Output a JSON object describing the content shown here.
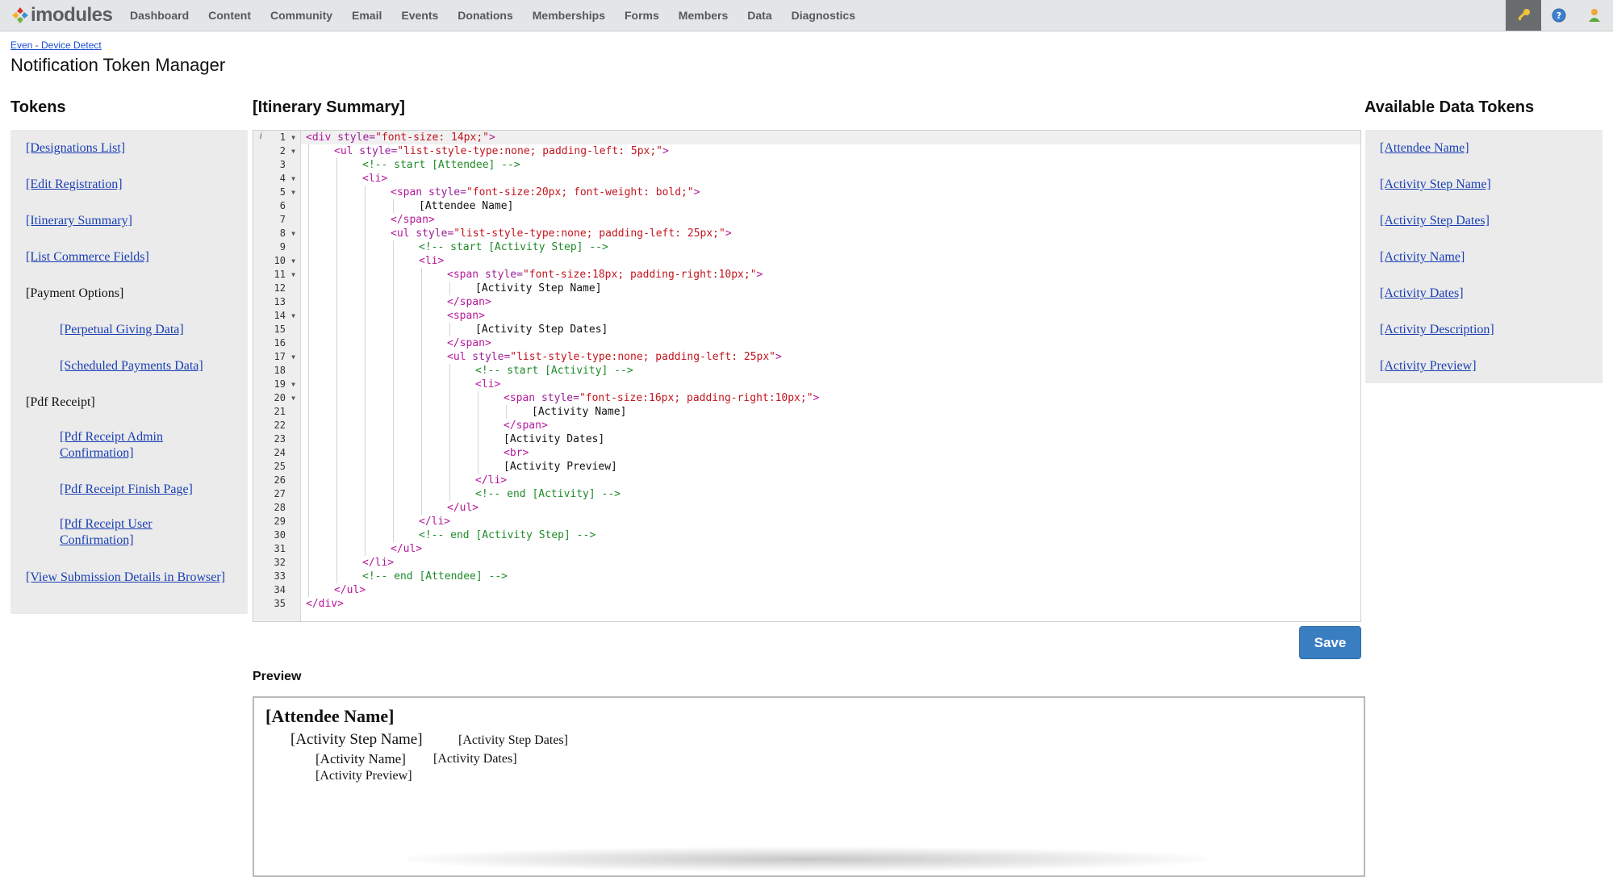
{
  "app": {
    "logo_text": "imodules",
    "nav": [
      "Dashboard",
      "Content",
      "Community",
      "Email",
      "Events",
      "Donations",
      "Memberships",
      "Forms",
      "Members",
      "Data",
      "Diagnostics"
    ],
    "icons": {
      "key": "key-icon",
      "help": "help-icon",
      "user": "user-icon"
    }
  },
  "breadcrumb": "Even - Device Detect",
  "page_title": "Notification Token Manager",
  "tokens": {
    "heading": "Tokens",
    "items": [
      {
        "label": "[Designations List]",
        "link": true,
        "indent": 0
      },
      {
        "label": "[Edit Registration]",
        "link": true,
        "indent": 0
      },
      {
        "label": "[Itinerary Summary]",
        "link": true,
        "indent": 0
      },
      {
        "label": "[List Commerce Fields]",
        "link": true,
        "indent": 0
      },
      {
        "label": "[Payment Options]",
        "link": false,
        "indent": 0
      },
      {
        "label": "[Perpetual Giving Data]",
        "link": true,
        "indent": 1
      },
      {
        "label": "[Scheduled Payments Data]",
        "link": true,
        "indent": 1
      },
      {
        "label": "[Pdf Receipt]",
        "link": false,
        "indent": 0
      },
      {
        "label": "[Pdf Receipt Admin Confirmation]",
        "link": true,
        "indent": 1
      },
      {
        "label": "[Pdf Receipt Finish Page]",
        "link": true,
        "indent": 1
      },
      {
        "label": "[Pdf Receipt User Confirmation]",
        "link": true,
        "indent": 1
      },
      {
        "label": "[View Submission Details in Browser]",
        "link": true,
        "indent": 0
      }
    ]
  },
  "editor": {
    "heading": "[Itinerary Summary]",
    "folds": [
      1,
      2,
      4,
      5,
      8,
      10,
      11,
      14,
      17,
      19,
      20
    ],
    "lines": [
      [
        [
          0,
          ""
        ],
        [
          "tag",
          "<div"
        ],
        [
          "attr",
          " style="
        ],
        [
          "str",
          "\"font-size: 14px;\""
        ],
        [
          "tag",
          ">"
        ]
      ],
      [
        [
          1,
          ""
        ],
        [
          "tag",
          "<ul"
        ],
        [
          "attr",
          " style="
        ],
        [
          "str",
          "\"list-style-type:none; padding-left: 5px;\""
        ],
        [
          "tag",
          ">"
        ]
      ],
      [
        [
          2,
          ""
        ],
        [
          "cmt",
          "<!-- start [Attendee] -->"
        ]
      ],
      [
        [
          2,
          ""
        ],
        [
          "tag",
          "<li>"
        ]
      ],
      [
        [
          3,
          ""
        ],
        [
          "tag",
          "<span"
        ],
        [
          "attr",
          " style="
        ],
        [
          "str",
          "\"font-size:20px; font-weight: bold;\""
        ],
        [
          "tag",
          ">"
        ]
      ],
      [
        [
          4,
          ""
        ],
        [
          "txt",
          "[Attendee Name]"
        ]
      ],
      [
        [
          3,
          ""
        ],
        [
          "tag",
          "</span>"
        ]
      ],
      [
        [
          3,
          ""
        ],
        [
          "tag",
          "<ul"
        ],
        [
          "attr",
          " style="
        ],
        [
          "str",
          "\"list-style-type:none; padding-left: 25px;\""
        ],
        [
          "tag",
          ">"
        ]
      ],
      [
        [
          4,
          ""
        ],
        [
          "cmt",
          "<!-- start [Activity Step] -->"
        ]
      ],
      [
        [
          4,
          ""
        ],
        [
          "tag",
          "<li>"
        ]
      ],
      [
        [
          5,
          ""
        ],
        [
          "tag",
          "<span"
        ],
        [
          "attr",
          " style="
        ],
        [
          "str",
          "\"font-size:18px; padding-right:10px;\""
        ],
        [
          "tag",
          ">"
        ]
      ],
      [
        [
          6,
          ""
        ],
        [
          "txt",
          "[Activity Step Name]"
        ]
      ],
      [
        [
          5,
          ""
        ],
        [
          "tag",
          "</span>"
        ]
      ],
      [
        [
          5,
          ""
        ],
        [
          "tag",
          "<span>"
        ]
      ],
      [
        [
          6,
          ""
        ],
        [
          "txt",
          "[Activity Step Dates]"
        ]
      ],
      [
        [
          5,
          ""
        ],
        [
          "tag",
          "</span>"
        ]
      ],
      [
        [
          5,
          ""
        ],
        [
          "tag",
          "<ul"
        ],
        [
          "attr",
          " style="
        ],
        [
          "str",
          "\"list-style-type:none; padding-left: 25px\""
        ],
        [
          "tag",
          ">"
        ]
      ],
      [
        [
          6,
          ""
        ],
        [
          "cmt",
          "<!-- start [Activity] -->"
        ]
      ],
      [
        [
          6,
          ""
        ],
        [
          "tag",
          "<li>"
        ]
      ],
      [
        [
          7,
          ""
        ],
        [
          "tag",
          "<span"
        ],
        [
          "attr",
          " style="
        ],
        [
          "str",
          "\"font-size:16px; padding-right:10px;\""
        ],
        [
          "tag",
          ">"
        ]
      ],
      [
        [
          8,
          ""
        ],
        [
          "txt",
          "[Activity Name]"
        ]
      ],
      [
        [
          7,
          ""
        ],
        [
          "tag",
          "</span>"
        ]
      ],
      [
        [
          7,
          ""
        ],
        [
          "txt",
          "[Activity Dates]"
        ]
      ],
      [
        [
          7,
          ""
        ],
        [
          "tag",
          "<br>"
        ]
      ],
      [
        [
          7,
          ""
        ],
        [
          "txt",
          "[Activity Preview]"
        ]
      ],
      [
        [
          6,
          ""
        ],
        [
          "tag",
          "</li>"
        ]
      ],
      [
        [
          6,
          ""
        ],
        [
          "cmt",
          "<!-- end [Activity] -->"
        ]
      ],
      [
        [
          5,
          ""
        ],
        [
          "tag",
          "</ul>"
        ]
      ],
      [
        [
          4,
          ""
        ],
        [
          "tag",
          "</li>"
        ]
      ],
      [
        [
          4,
          ""
        ],
        [
          "cmt",
          "<!-- end [Activity Step] -->"
        ]
      ],
      [
        [
          3,
          ""
        ],
        [
          "tag",
          "</ul>"
        ]
      ],
      [
        [
          2,
          ""
        ],
        [
          "tag",
          "</li>"
        ]
      ],
      [
        [
          2,
          ""
        ],
        [
          "cmt",
          "<!-- end [Attendee] -->"
        ]
      ],
      [
        [
          1,
          ""
        ],
        [
          "tag",
          "</ul>"
        ]
      ],
      [
        [
          0,
          ""
        ],
        [
          "tag",
          "</div>"
        ]
      ]
    ]
  },
  "data_tokens": {
    "heading": "Available Data Tokens",
    "items": [
      "[Attendee Name]",
      "[Activity Step Name]",
      "[Activity Step Dates]",
      "[Activity Name]",
      "[Activity Dates]",
      "[Activity Description]",
      "[Activity Preview]"
    ]
  },
  "save_label": "Save",
  "preview": {
    "label": "Preview",
    "attendee": "[Attendee Name]",
    "step_name": "[Activity Step Name]",
    "step_dates": "[Activity Step Dates]",
    "activity_name": "[Activity Name]",
    "activity_dates": "[Activity Dates]",
    "activity_preview": "[Activity Preview]"
  },
  "colors": {
    "accent": "#3a7ec2",
    "link": "#1a3fb4",
    "tag": "#b5189a",
    "string": "#c3151e",
    "comment": "#1f8a2a"
  }
}
